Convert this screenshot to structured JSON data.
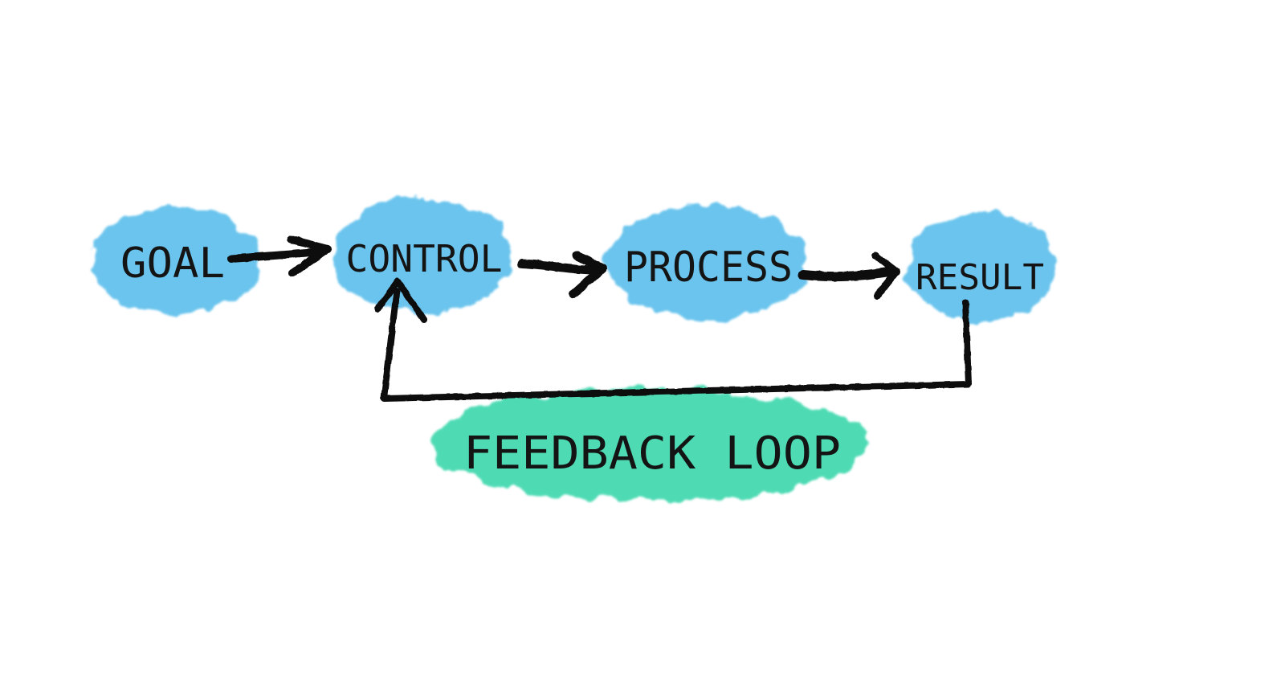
{
  "diagram": {
    "nodes": [
      {
        "id": "goal",
        "label": "GOAL"
      },
      {
        "id": "control",
        "label": "CONTROL"
      },
      {
        "id": "process",
        "label": "PROCESS"
      },
      {
        "id": "result",
        "label": "RESULT"
      }
    ],
    "edges": [
      {
        "from": "goal",
        "to": "control"
      },
      {
        "from": "control",
        "to": "process"
      },
      {
        "from": "process",
        "to": "result"
      },
      {
        "from": "result",
        "to": "control",
        "type": "feedback"
      }
    ],
    "feedback_label": "FEEDBACK LOOP"
  },
  "colors": {
    "node_fill": "#5fc0ec",
    "feedback_fill": "#3fd8ae",
    "ink": "#111111",
    "background": "#ffffff"
  }
}
